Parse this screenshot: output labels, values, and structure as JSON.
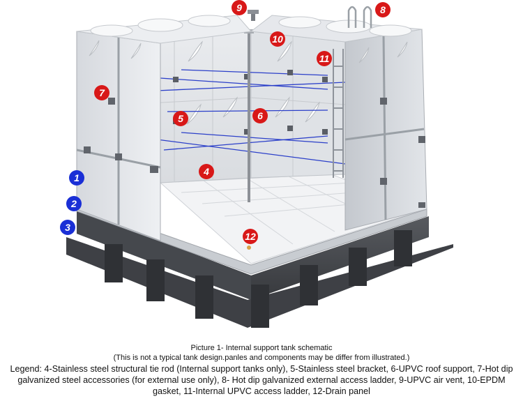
{
  "callouts": [
    {
      "num": "1",
      "color": "#1a2fd6"
    },
    {
      "num": "2",
      "color": "#1a2fd6"
    },
    {
      "num": "3",
      "color": "#1a2fd6"
    },
    {
      "num": "4",
      "color": "#d81818"
    },
    {
      "num": "5",
      "color": "#d81818"
    },
    {
      "num": "6",
      "color": "#d81818"
    },
    {
      "num": "7",
      "color": "#d81818"
    },
    {
      "num": "8",
      "color": "#d81818"
    },
    {
      "num": "9",
      "color": "#d81818"
    },
    {
      "num": "10",
      "color": "#d81818"
    },
    {
      "num": "11",
      "color": "#d81818"
    },
    {
      "num": "12",
      "color": "#d81818"
    }
  ],
  "caption": {
    "title": "Picture 1- Internal support tank schematic",
    "note": "(This is not a typical tank design.panles and components may be differ from illustrated.)",
    "legend": "Legend: 4-Stainless steel structural tie rod (Internal support tanks only), 5-Stainless steel bracket, 6-UPVC roof support, 7-Hot dip galvanized steel accessories (for external use only), 8- Hot dip galvanized external access ladder, 9-UPVC air vent, 10-EPDM gasket, 11-Internal UPVC access ladder, 12-Drain panel"
  },
  "colors": {
    "panel": "#e4e6ea",
    "panel_dark": "#c9ccd2",
    "base": "#4a4d52",
    "tie_rod": "#2b3fc9"
  }
}
